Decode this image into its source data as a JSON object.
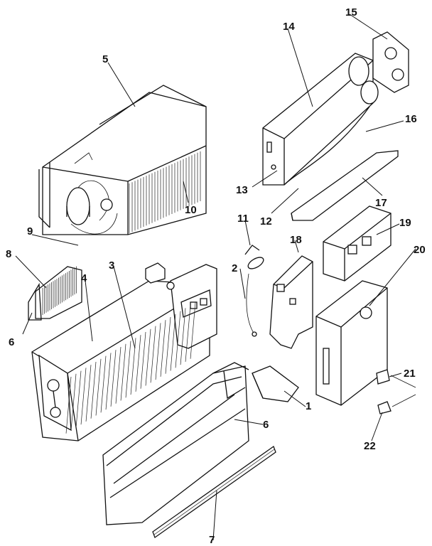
{
  "callouts": [
    "1",
    "2",
    "3",
    "4",
    "5",
    "6",
    "6",
    "7",
    "8",
    "9",
    "10",
    "11",
    "12",
    "13",
    "14",
    "15",
    "16",
    "17",
    "18",
    "19",
    "20",
    "21",
    "22"
  ]
}
